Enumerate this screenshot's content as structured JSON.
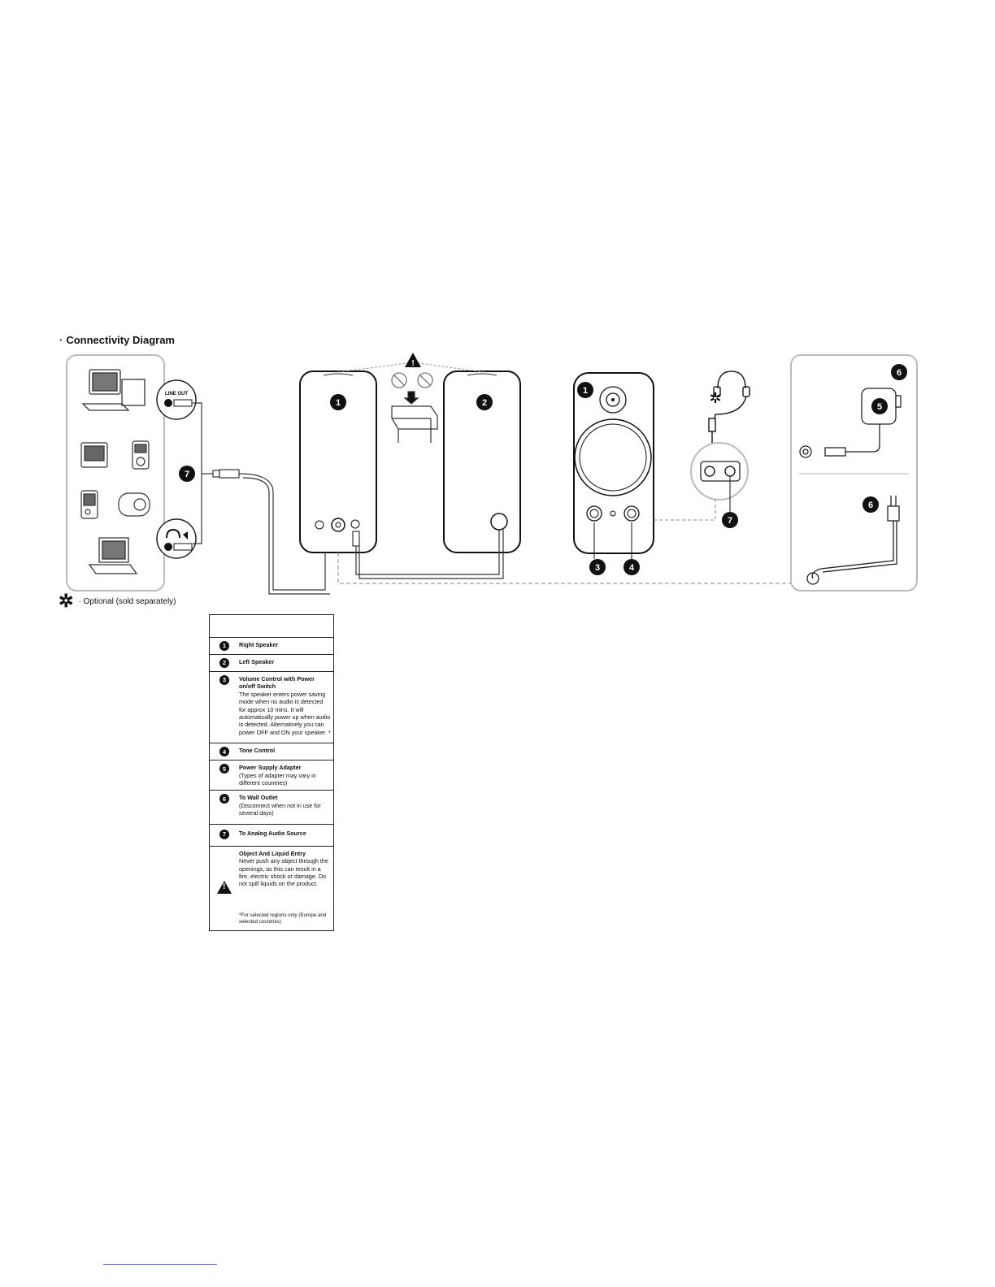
{
  "section_title": "Connectivity Diagram",
  "section_bullet": "·",
  "optional_note": {
    "symbol": "✲",
    "text": "· Optional (sold separately)"
  },
  "diagram_labels": {
    "line_out": "LINE OUT",
    "badge_1": "1",
    "badge_2": "2",
    "badge_3": "3",
    "badge_4": "4",
    "badge_5": "5",
    "badge_6": "6",
    "badge_7": "7",
    "asterisk": "✲"
  },
  "legend": {
    "rows": [
      {
        "num": "1",
        "title": "Right Speaker",
        "desc": ""
      },
      {
        "num": "2",
        "title": "Left Speaker",
        "desc": ""
      },
      {
        "num": "3",
        "title": "Volume Control with Power on/off Switch",
        "desc": "The speaker enters power saving mode when no audio is detected for approx 10 mins. It will automatically power up when audio is detected. Alternatively you can power OFF and ON your speaker. *"
      },
      {
        "num": "4",
        "title": "Tone Control",
        "desc": ""
      },
      {
        "num": "5",
        "title": "Power Supply Adapter",
        "desc": "(Types of adapter may vary in different countries)"
      },
      {
        "num": "6",
        "title": "To Wall Outlet",
        "desc": "(Disconnect when not in use for several days)"
      },
      {
        "num": "7",
        "title": "To Analog Audio Source",
        "desc": ""
      }
    ],
    "warning": {
      "title": "Object And Liquid Entry",
      "desc": "Never push any object through the openings, as this can result in a fire, electric shock or damage. Do not spill liquids on the product.",
      "footnote": "*For selected regions only (Europe and selected countries)"
    }
  },
  "colors": {
    "ink": "#111111",
    "line": "#555555",
    "panel_border": "#bbbbbb",
    "link": "#5a6fc0"
  }
}
